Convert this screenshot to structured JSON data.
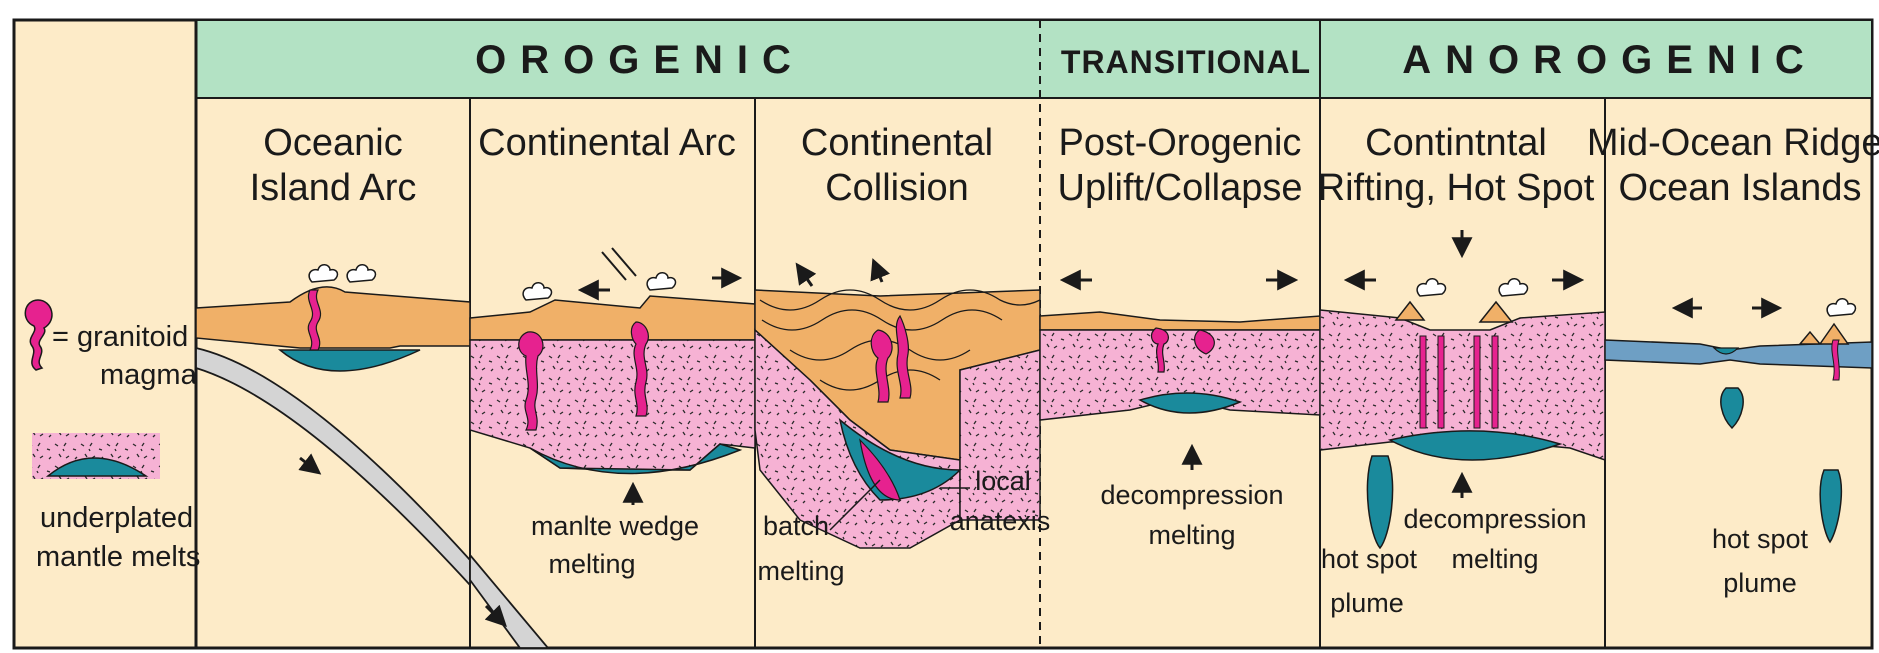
{
  "colors": {
    "panel": "#fdebc8",
    "header": "#b3e2c4",
    "crust_orange": "#f0b068",
    "continental_pink": "#f6b2d4",
    "magma": "#e6228f",
    "mantle_melt_teal": "#1a8a9c",
    "ocean_blue": "#6e9fc4",
    "slab_gray": "#d4d4d4",
    "outline": "#1a1a1a"
  },
  "headers": {
    "orogenic": "OROGENIC",
    "transitional": "TRANSITIONAL",
    "anorogenic": "ANOROGENIC"
  },
  "legend": {
    "granitoid_line1": "= granitoid",
    "granitoid_line2": "magma",
    "underplated_line1": "underplated",
    "underplated_line2": "mantle melts"
  },
  "panels": [
    {
      "title_line1": "Oceanic",
      "title_line2": "Island Arc"
    },
    {
      "title_line1": "Continental Arc",
      "title_line2": ""
    },
    {
      "title_line1": "Continental",
      "title_line2": "Collision"
    },
    {
      "title_line1": "Post-Orogenic",
      "title_line2": "Uplift/Collapse"
    },
    {
      "title_line1": "Contintntal",
      "title_line2": "Rifting, Hot Spot"
    },
    {
      "title_line1": "Mid-Ocean Ridge,",
      "title_line2": "Ocean Islands"
    }
  ],
  "labels": {
    "arc_melt_1": "manlte wedge",
    "arc_melt_2": "melting",
    "batch_1": "batch",
    "batch_2": "melting",
    "anatexis_1": "local",
    "anatexis_2": "anatexis",
    "postorogenic_1": "decompression",
    "postorogenic_2": "melting",
    "rift_plume_1": "hot spot",
    "rift_plume_2": "plume",
    "rift_decomp_1": "decompression",
    "rift_decomp_2": "melting",
    "mor_plume_1": "hot spot",
    "mor_plume_2": "plume"
  }
}
